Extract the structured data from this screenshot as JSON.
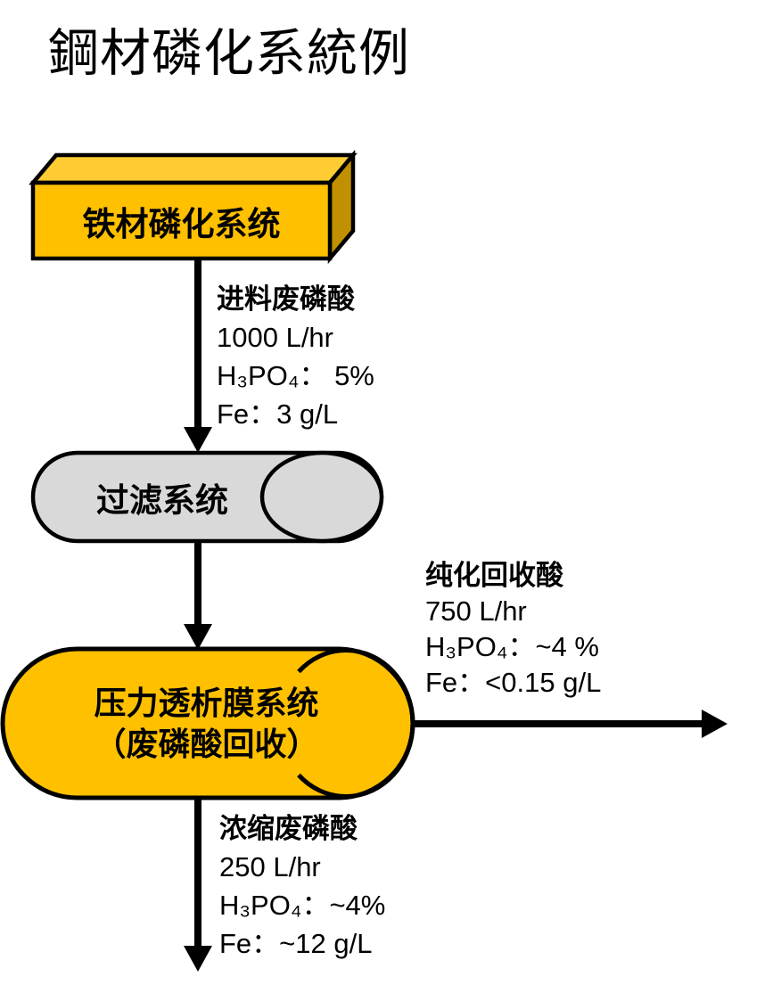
{
  "title": "鋼材磷化系統例",
  "nodes": {
    "phosphating_box": {
      "label": "铁材磷化系统"
    },
    "filter_cylinder": {
      "label": "过滤系统"
    },
    "membrane_cylinder": {
      "label_line1": "压力透析膜系统",
      "label_line2": "（废磷酸回收）"
    }
  },
  "streams": {
    "feed": {
      "lines": [
        "进料废磷酸",
        "1000 L/hr",
        "H₃PO₄： 5%",
        "Fe：3 g/L"
      ]
    },
    "purified": {
      "lines": [
        "纯化回收酸",
        "750 L/hr",
        "H₃PO₄：~4 %",
        "Fe：<0.15 g/L"
      ]
    },
    "concentrated": {
      "lines": [
        "浓缩废磷酸",
        "250 L/hr",
        "H₃PO₄：~4%",
        "Fe：~12 g/L"
      ]
    }
  },
  "colors": {
    "gold": "#FFC000",
    "gold-top": "#FFCC33",
    "gold-side": "#C09000",
    "gray": "#D9D9D9",
    "outline": "#000000",
    "text": "#000000",
    "background": "#FFFFFF"
  }
}
